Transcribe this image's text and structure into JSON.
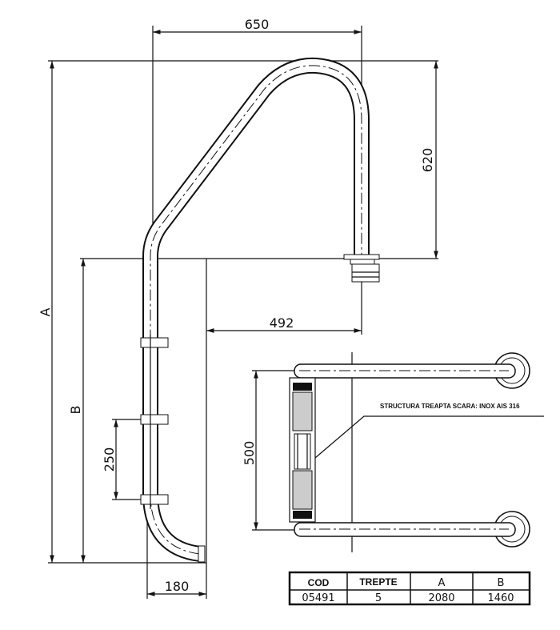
{
  "dimensions": {
    "width_top": "650",
    "height_top": "620",
    "offset": "492",
    "total_height": "A",
    "submerged_height": "B",
    "step_spacing": "250",
    "wall_offset": "180",
    "step_width": "500"
  },
  "note": "STRUCTURA TREAPTA SCARA: INOX AIS 316",
  "table": {
    "headers": [
      "COD",
      "TREPTE",
      "A",
      "B"
    ],
    "row": [
      "05491",
      "5",
      "2080",
      "1460"
    ]
  }
}
